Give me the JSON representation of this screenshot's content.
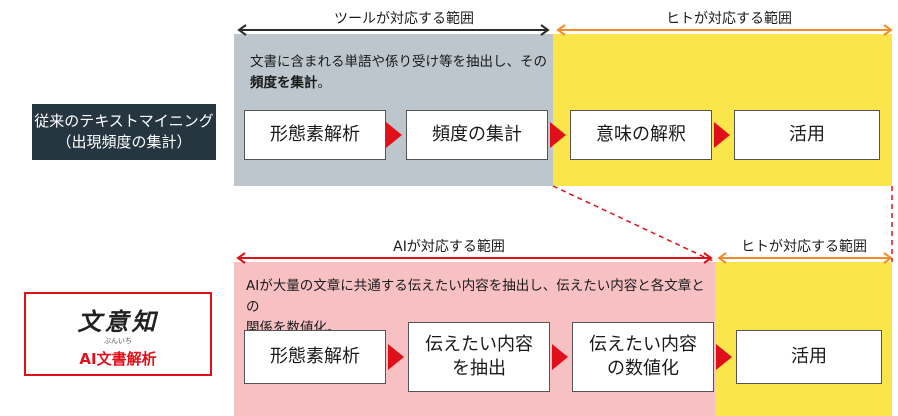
{
  "top": {
    "tool_range_label": "ツールが対応する範囲",
    "human_range_label": "ヒトが対応する範囲",
    "description_line1": "文書に含まれる単語や係り受け等を抽出し、その",
    "description_bold": "頻度を集計",
    "description_tail": "。",
    "steps": [
      "形態素解析",
      "頻度の集計",
      "意味の解釈",
      "活用"
    ]
  },
  "traditional_label": {
    "line1": "従来のテキストマイニング",
    "line2": "（出現頻度の集計）"
  },
  "bottom": {
    "ai_range_label": "AIが対応する範囲",
    "human_range_label": "ヒトが対応する範囲",
    "description_line1": "AIが大量の文章に共通する伝えたい内容を抽出し、伝えたい内容と各文章との",
    "description_line2": "関係を数値化。",
    "steps": [
      "形態素解析",
      "伝えたい内容\nを抽出",
      "伝えたい内容\nの数値化",
      "活用"
    ]
  },
  "bunchi_logo": {
    "title": "文意知",
    "ruby": "ぶんいち",
    "subtitle": "AI文書解析"
  },
  "colors": {
    "tool_zone": "#bcc6cc",
    "human_zone": "#fae64a",
    "ai_zone": "#f7c1c4",
    "arrow_dark": "#2b2b2b",
    "arrow_orange": "#f28c28",
    "accent_red": "#e0101a",
    "label_bg": "#263640"
  }
}
